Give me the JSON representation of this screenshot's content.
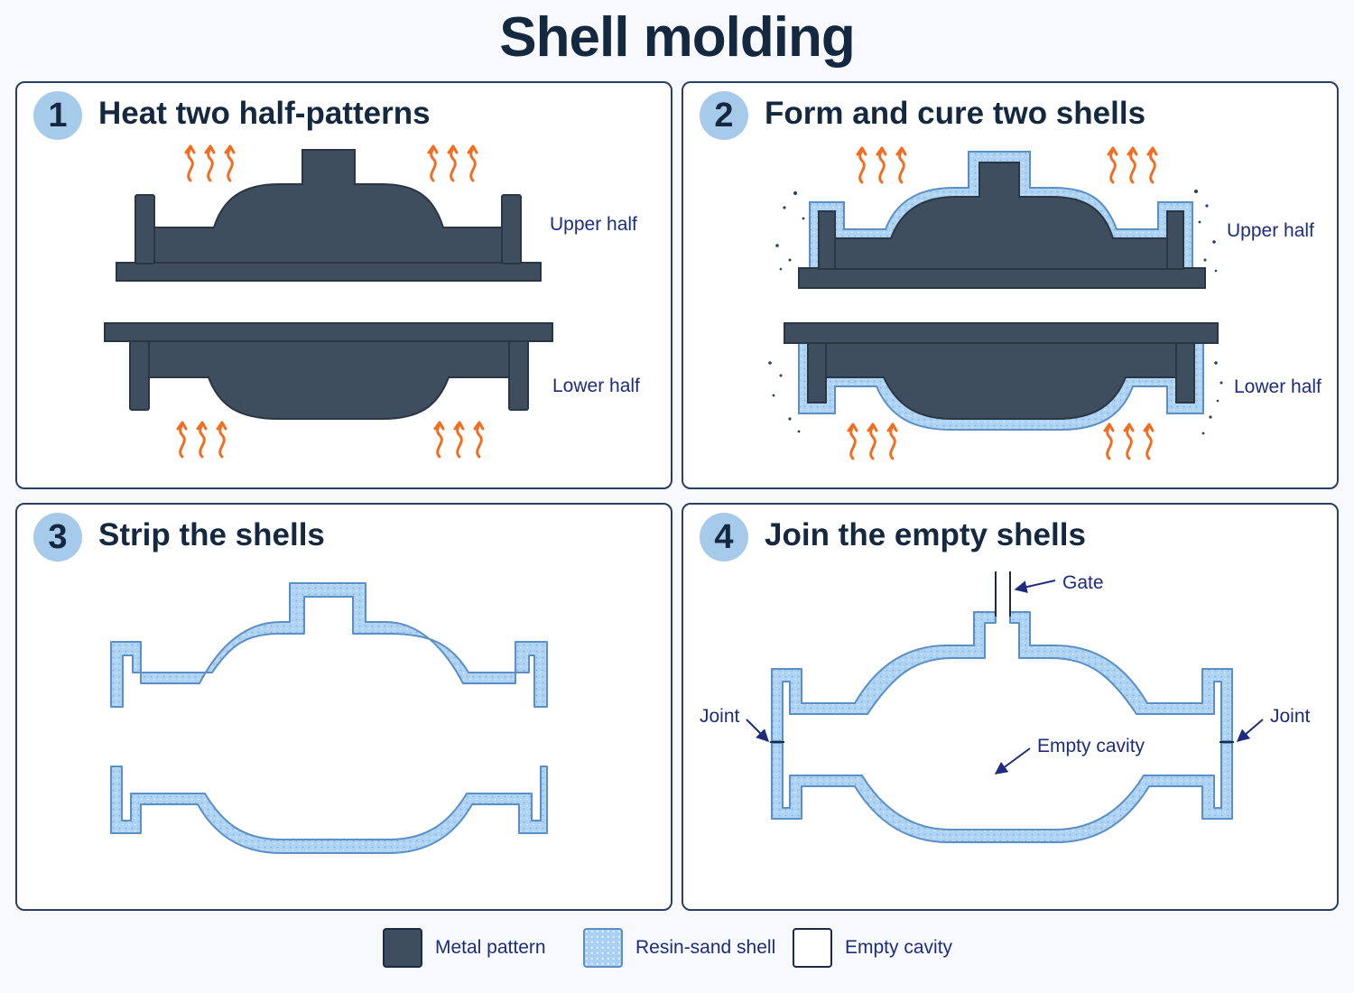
{
  "title": "Shell molding",
  "colors": {
    "metal_pattern": "#3f4e5e",
    "resin_sand_shell": "#a9d0f2",
    "shell_outline": "#5b8fc6",
    "heat_arrows": "#f26d1f",
    "label_text": "#1d2c7c",
    "badge": "#a6cbea"
  },
  "panels": [
    {
      "number": "1",
      "title": "Heat two half-patterns",
      "labels": {
        "upper": "Upper half",
        "lower": "Lower half"
      },
      "icons": [
        "heat-arrows-icon"
      ]
    },
    {
      "number": "2",
      "title": "Form and cure two shells",
      "labels": {
        "upper": "Upper half",
        "lower": "Lower half"
      },
      "icons": [
        "heat-arrows-icon",
        "sand-particles-icon"
      ]
    },
    {
      "number": "3",
      "title": "Strip the shells"
    },
    {
      "number": "4",
      "title": "Join the empty shells",
      "labels": {
        "gate": "Gate",
        "joint_left": "Joint",
        "joint_right": "Joint",
        "cavity": "Empty cavity"
      }
    }
  ],
  "legend": [
    {
      "label": "Metal pattern",
      "swatch": "metal"
    },
    {
      "label": "Resin-sand shell",
      "swatch": "shell"
    },
    {
      "label": "Empty cavity",
      "swatch": "empty"
    }
  ]
}
